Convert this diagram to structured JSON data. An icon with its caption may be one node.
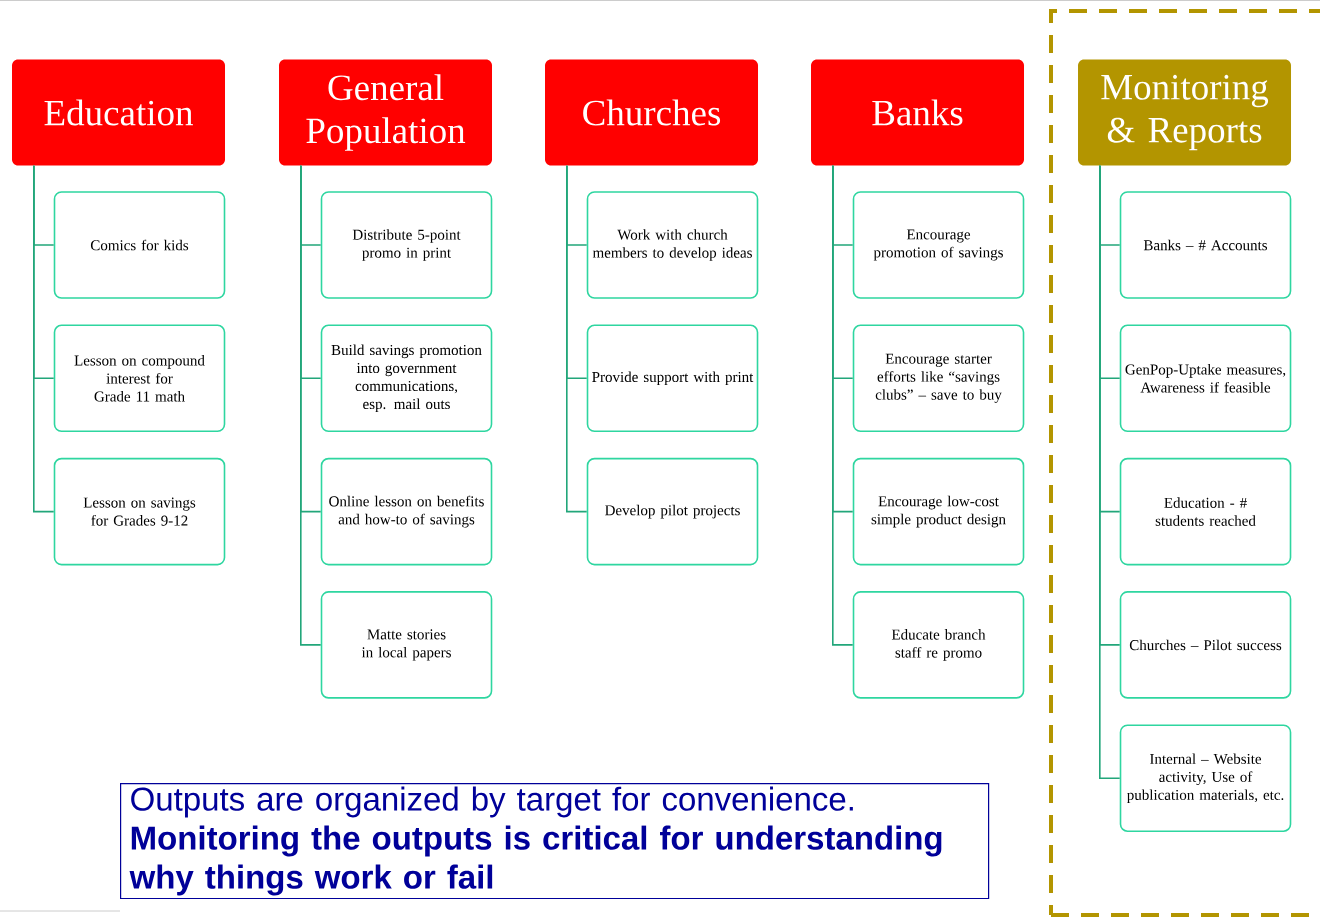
{
  "diagram": {
    "nodes": [
      {
        "text": [
          "Education"
        ]
      },
      {
        "text": [
          "Comics for kids"
        ]
      },
      {
        "text": [
          "Lesson on compound interest for Grade 11 math"
        ]
      },
      {
        "text": [
          "Lesson on savings for Grades 9-12"
        ]
      },
      {
        "text": [
          "General Population"
        ]
      },
      {
        "text": [
          "Distribute 5-point promo in print"
        ]
      },
      {
        "text": [
          "Build savings promotion into government communications, esp. mail outs"
        ]
      },
      {
        "text": [
          "Online lesson on benefits and how-to of savings"
        ]
      },
      {
        "text": [
          "Matte stories in local papers"
        ]
      },
      {
        "text": [
          "Churches"
        ]
      },
      {
        "text": [
          "Work with church members to develop ideas"
        ]
      },
      {
        "text": [
          "Provide support with print"
        ]
      },
      {
        "text": [
          "Develop pilot projects"
        ]
      },
      {
        "text": [
          "Banks"
        ]
      },
      {
        "text": [
          "Encourage promotion of savings"
        ]
      },
      {
        "text": [
          "Encourage starter efforts like “savings clubs” – save to buy"
        ]
      },
      {
        "text": [
          "Encourage low-cost simple product design"
        ]
      },
      {
        "text": [
          "Educate branch staff re promo"
        ]
      },
      {
        "text": [],
        "shape": "box"
      },
      {
        "text": [
          "Monitoring & Reports"
        ],
        "in": 18
      },
      {
        "text": [
          "Banks – # Accounts"
        ],
        "in": 18
      },
      {
        "text": [
          "GenPop-Uptake measures, Awareness if feasible"
        ],
        "in": 18
      },
      {
        "text": [
          "Education - # students reached"
        ],
        "in": 18
      },
      {
        "text": [
          "Churches – Pilot success"
        ],
        "in": 18
      },
      {
        "text": [
          "Internal – Website activity, Use of publication materials, etc."
        ],
        "in": 18
      },
      {
        "text": [
          "Outputs are organized by target for convenience.",
          "Monitoring the outputs is critical for understanding why things work or fail"
        ]
      }
    ],
    "edges": [
      {
        "from": 0,
        "to": 1,
        "arrow": "none"
      },
      {
        "from": 0,
        "to": 2,
        "arrow": "none"
      },
      {
        "from": 0,
        "to": 3,
        "arrow": "none"
      },
      {
        "from": 4,
        "to": 5,
        "arrow": "none"
      },
      {
        "from": 4,
        "to": 6,
        "arrow": "none"
      },
      {
        "from": 4,
        "to": 7,
        "arrow": "none"
      },
      {
        "from": 4,
        "to": 8,
        "arrow": "none"
      },
      {
        "from": 9,
        "to": 10,
        "arrow": "none"
      },
      {
        "from": 9,
        "to": 11,
        "arrow": "none"
      },
      {
        "from": 9,
        "to": 12,
        "arrow": "none"
      },
      {
        "from": 13,
        "to": 14,
        "arrow": "none"
      },
      {
        "from": 13,
        "to": 15,
        "arrow": "none"
      },
      {
        "from": 13,
        "to": 16,
        "arrow": "none"
      },
      {
        "from": 13,
        "to": 17,
        "arrow": "none"
      },
      {
        "from": 19,
        "to": 20,
        "arrow": "none"
      },
      {
        "from": 19,
        "to": 21,
        "arrow": "none"
      },
      {
        "from": 19,
        "to": 22,
        "arrow": "none"
      },
      {
        "from": 19,
        "to": 23,
        "arrow": "none"
      },
      {
        "from": 19,
        "to": 24,
        "arrow": "none"
      }
    ]
  }
}
